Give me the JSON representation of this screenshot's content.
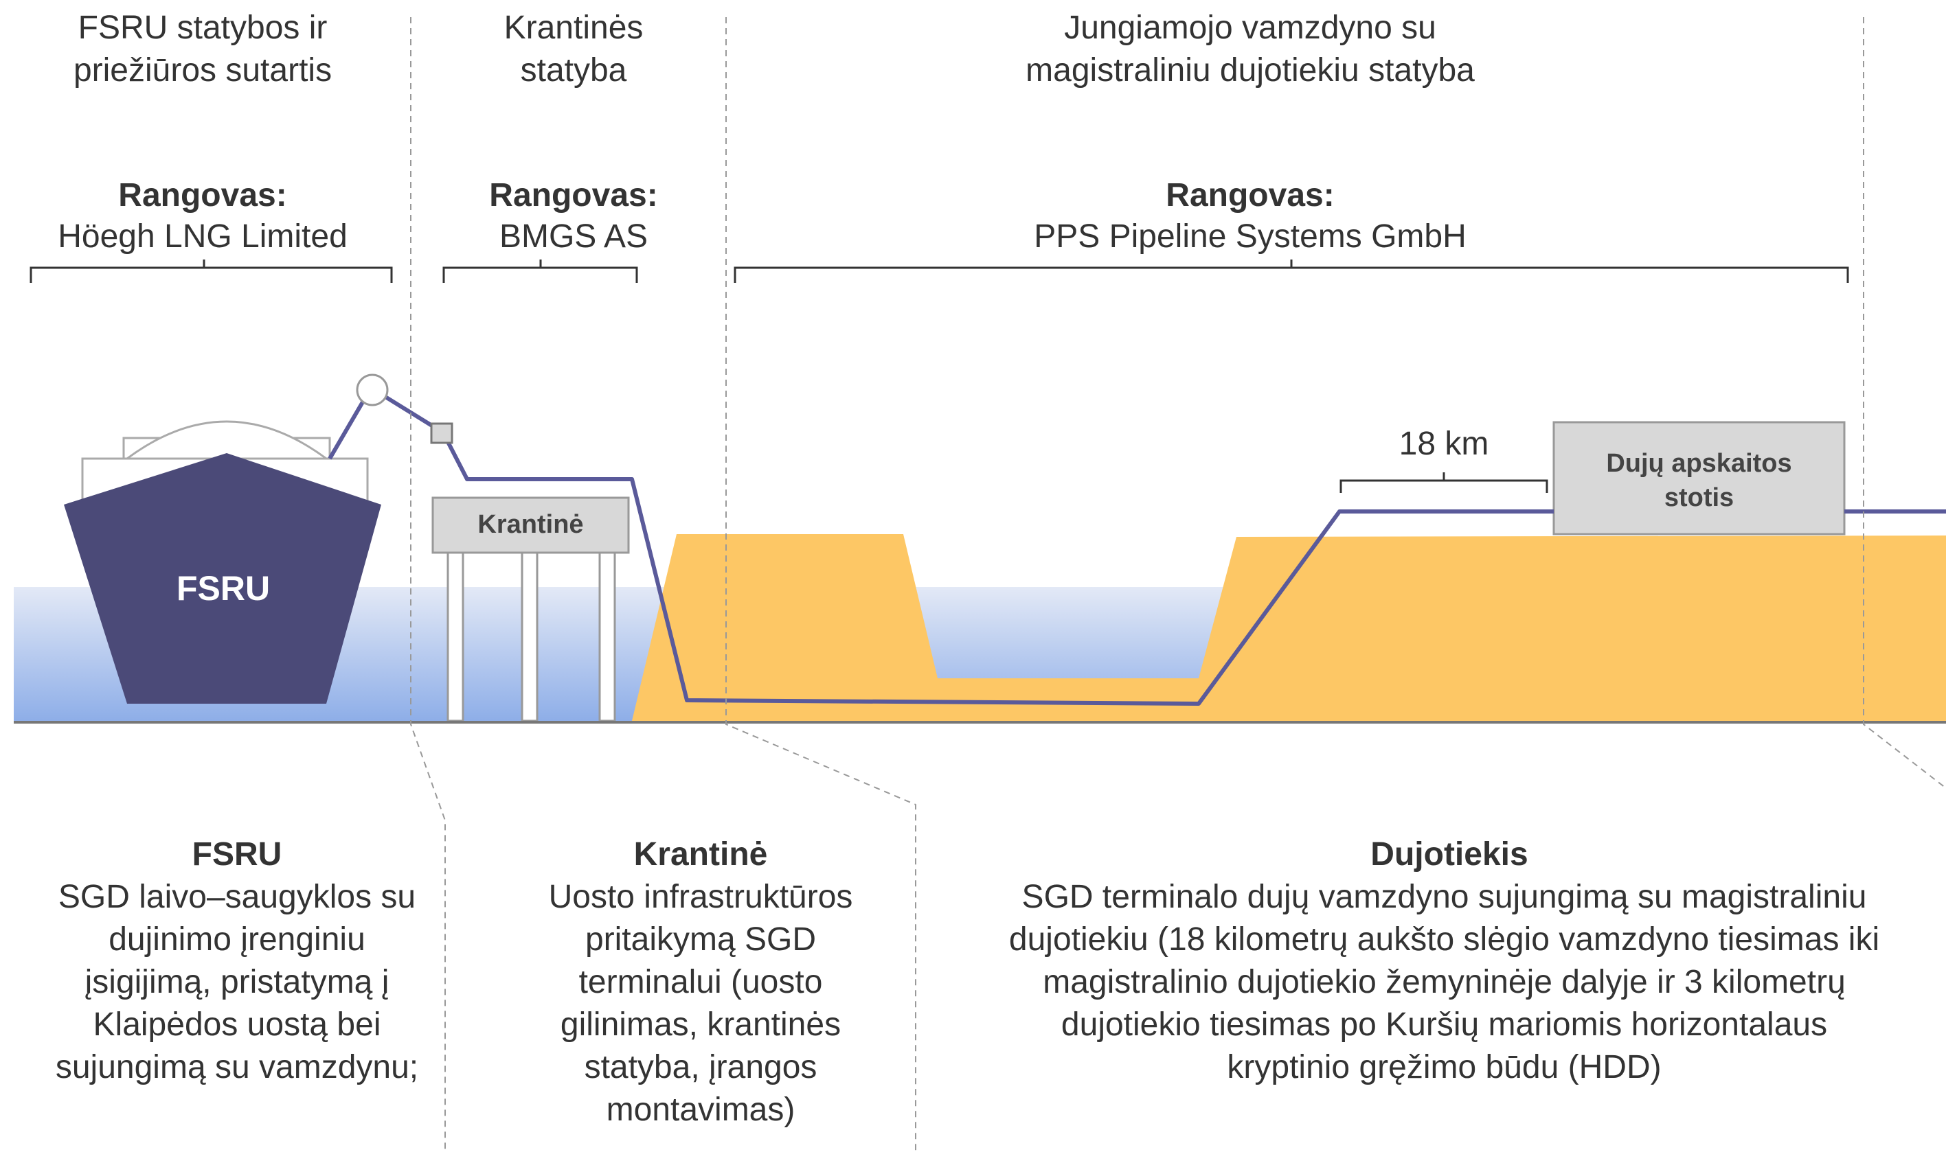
{
  "sections": [
    {
      "contract_title": "FSRU statybos ir\npriežiūros sutartis",
      "contractor_label": "Rangovas:",
      "contractor_name": "Höegh LNG Limited",
      "description_title": "FSRU",
      "description_text": "SGD laivo–saugyklos su\ndujinimo įrenginiu\nįsigijimą, pristatymą į\nKlaipėdos uostą bei\nsujungimą su vamzdynu;"
    },
    {
      "contract_title": "Krantinės\nstatyba",
      "contractor_label": "Rangovas:",
      "contractor_name": "BMGS AS",
      "description_title": "Krantinė",
      "description_text": "Uosto infrastruktūros\npritaikymą SGD\nterminalui (uosto\ngilinimas, krantinės\nstatyba, įrangos\nmontavimas)"
    },
    {
      "contract_title": "Jungiamojo  vamzdyno su\nmagistraliniu dujotiekiu statyba",
      "contractor_label": "Rangovas:",
      "contractor_name": "PPS Pipeline Systems GmbH",
      "description_title": "Dujotiekis",
      "description_text": "SGD terminalo dujų vamzdyno sujungimą su magistraliniu\ndujotiekiu (18 kilometrų aukšto slėgio vamzdyno tiesimas iki\nmagistralinio dujotiekio žemyninėje dalyje ir 3 kilometrų\ndujotiekio tiesimas po Kuršių mariomis horizontalaus\nkryptinio gręžimo būdu (HDD)"
    }
  ],
  "diagram": {
    "fsru_label": "FSRU",
    "quay_label": "Krantinė",
    "station_label": "Dujų apskaitos\nstotis",
    "distance_label": "18 km"
  },
  "colors": {
    "ship_hull": "#4b4a78",
    "pipeline": "#5a5a9a",
    "land": "#fdc765",
    "water_top": "#e3e9f6",
    "water_bottom": "#8eaee8",
    "box_fill": "#d8d8d8",
    "text": "#333333",
    "divider": "#999999"
  }
}
